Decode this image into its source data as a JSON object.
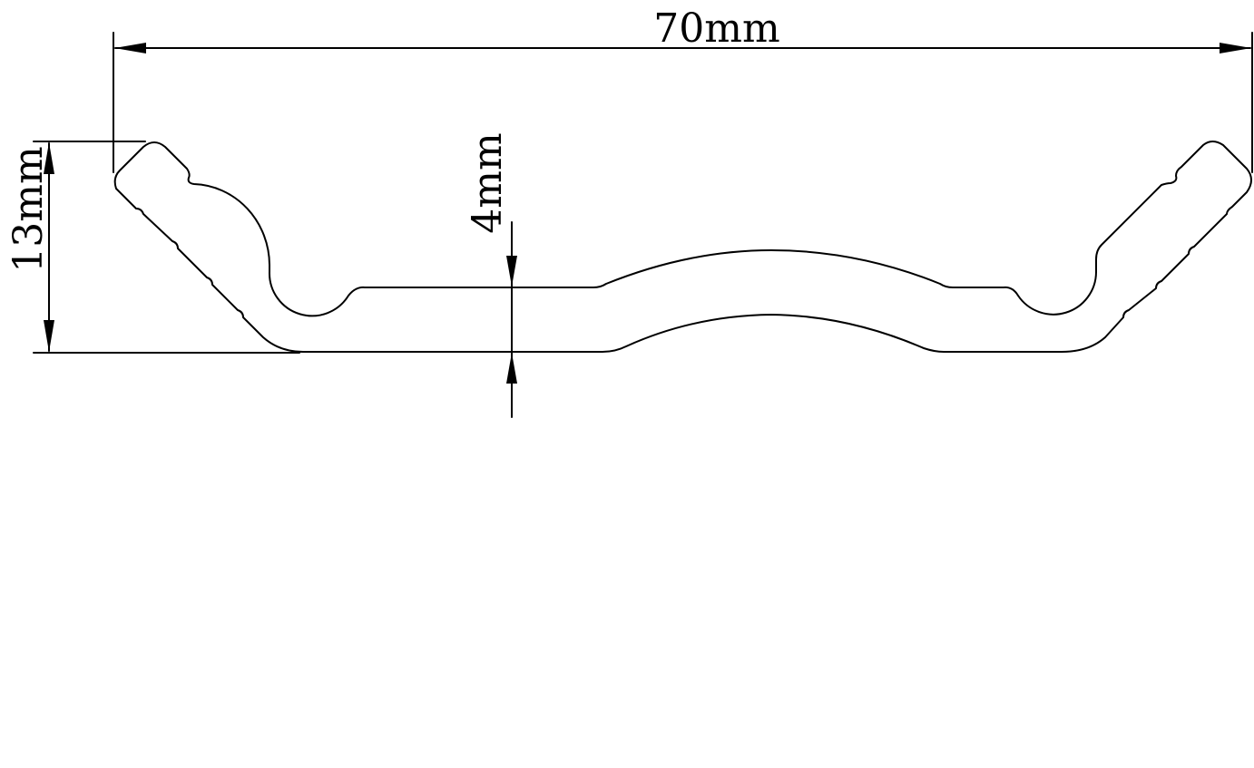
{
  "drawing": {
    "subject": "rim cross-section profile",
    "stroke_color": "#000000",
    "background": "#ffffff"
  },
  "dimensions": {
    "width": {
      "label": "70mm"
    },
    "height": {
      "label": "13mm"
    },
    "thickness": {
      "label": "4mm"
    }
  }
}
